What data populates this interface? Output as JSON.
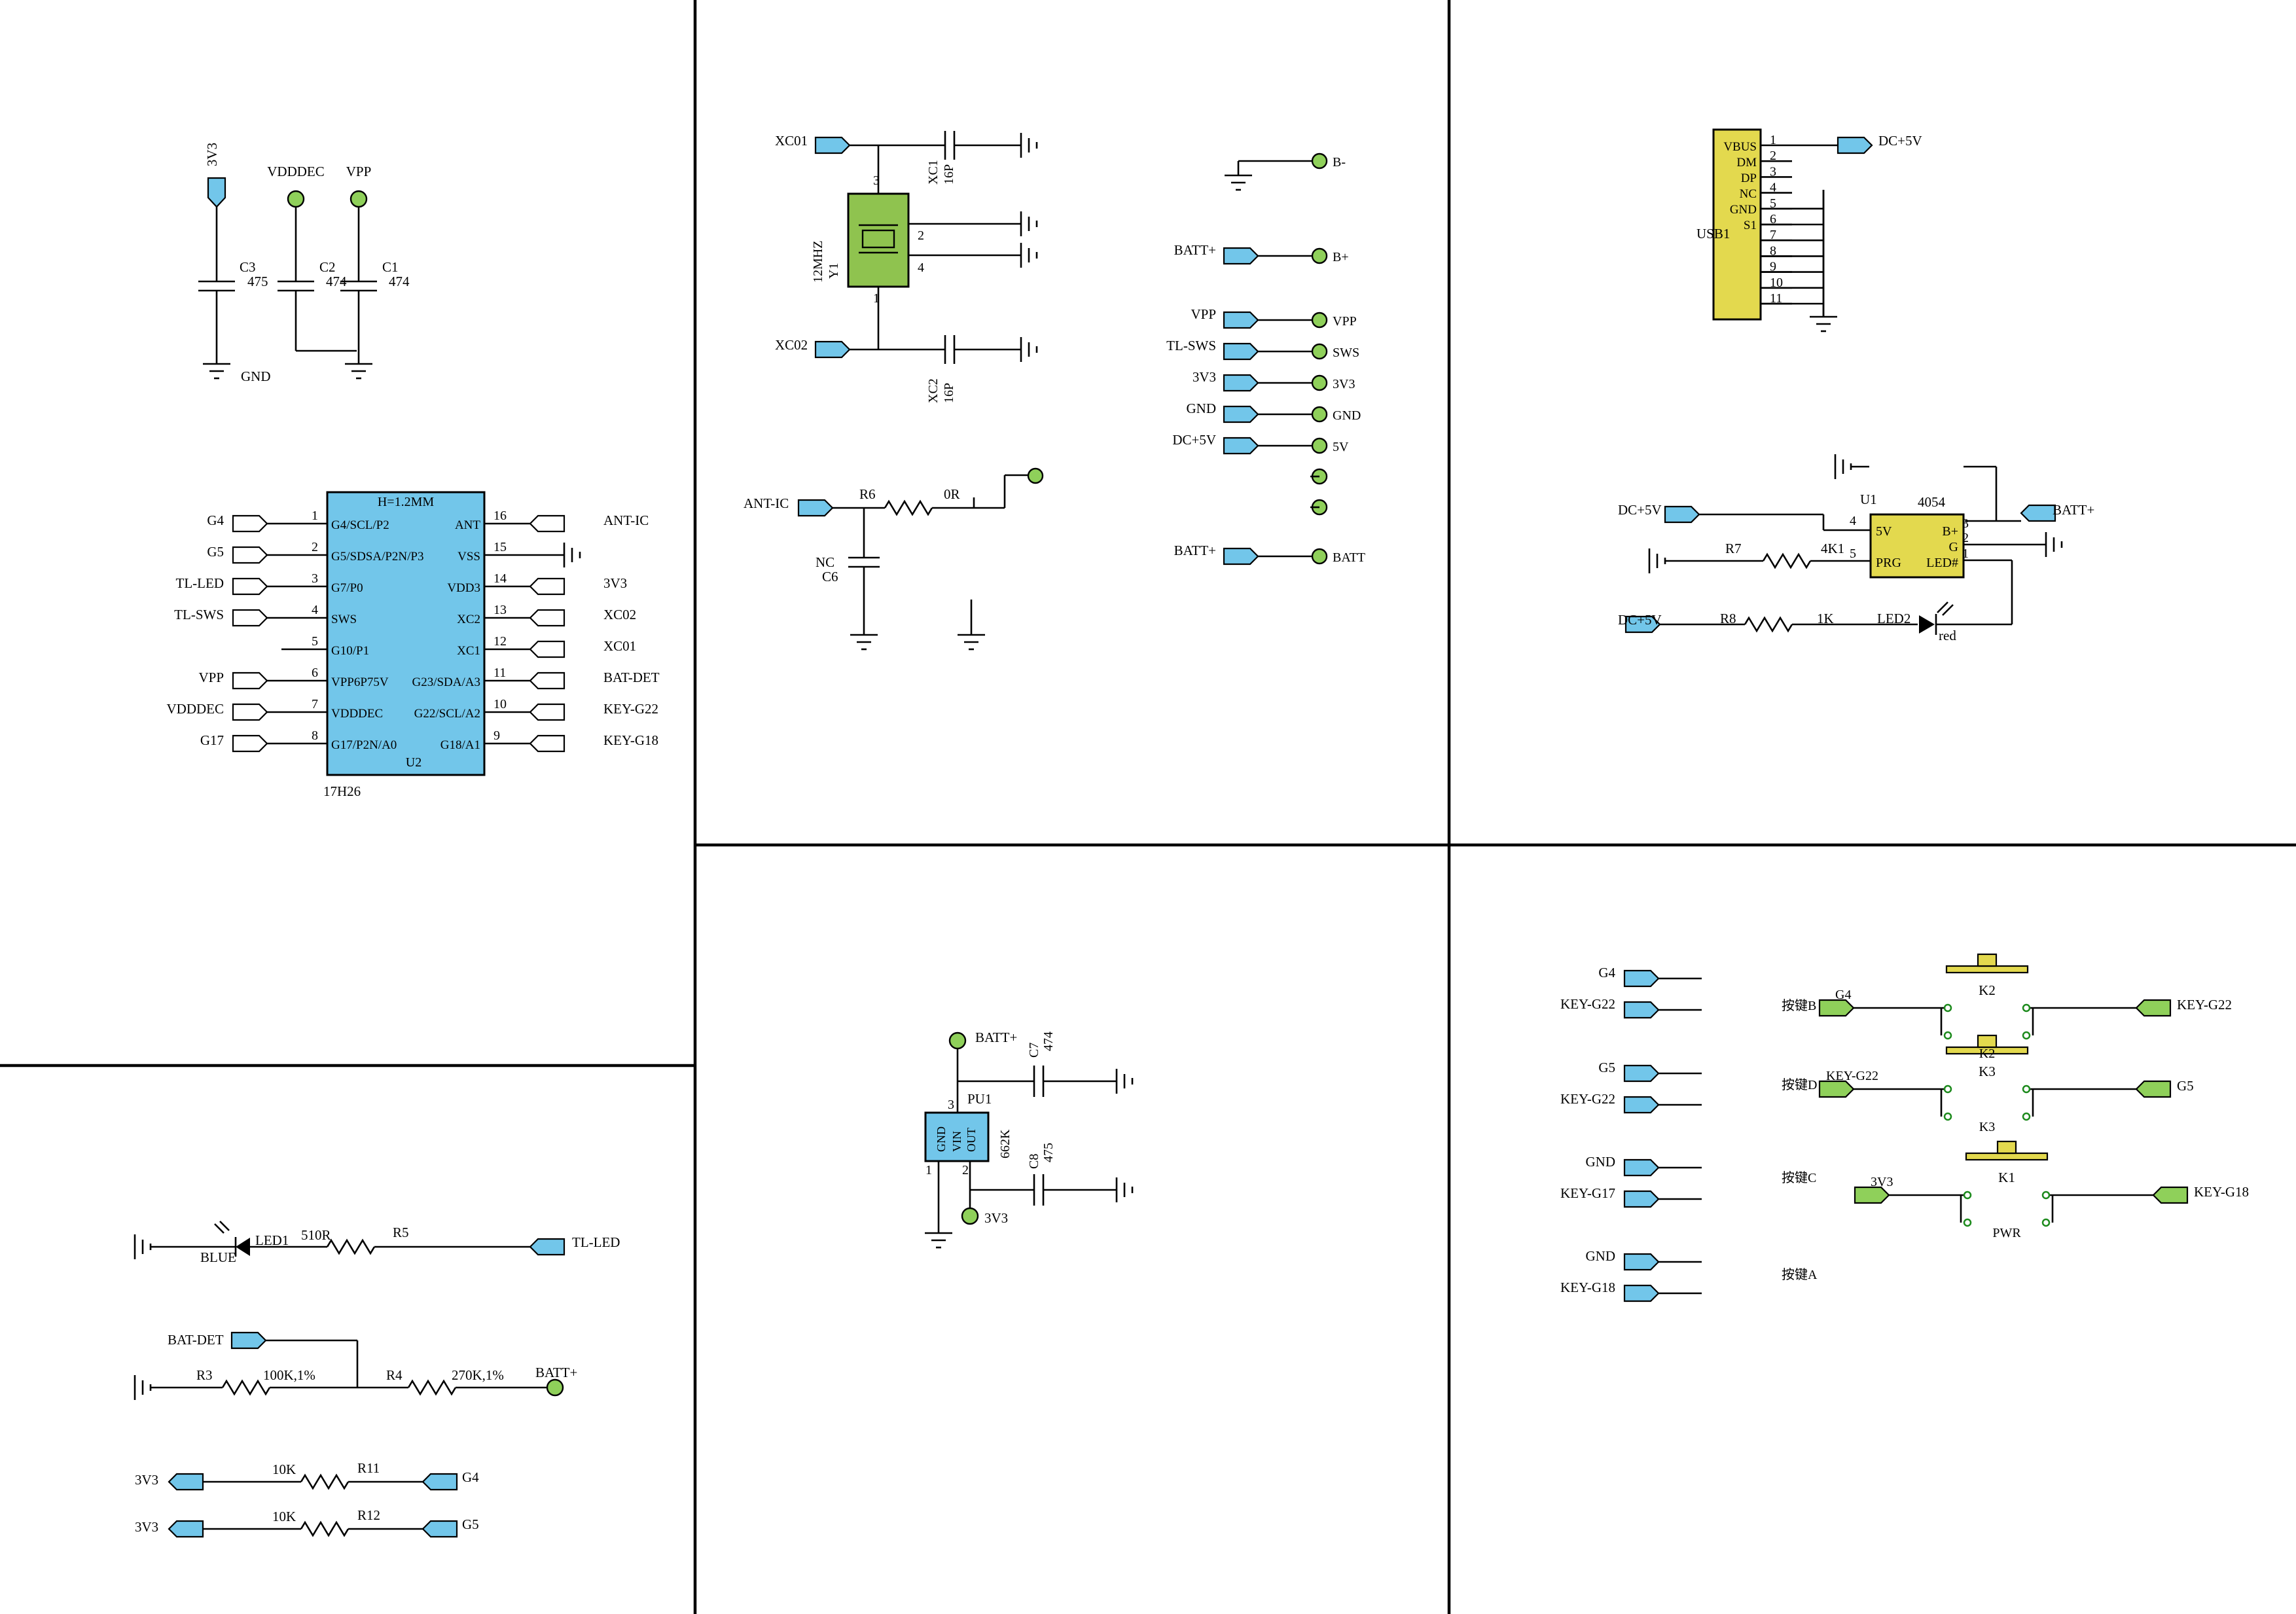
{
  "sections": {
    "tl": {
      "caps": [
        {
          "net": "3V3",
          "ref": "C3",
          "value": "475"
        },
        {
          "net": "VDDDEC",
          "ref": "C2",
          "value": "474"
        },
        {
          "net": "VPP",
          "ref": "C1",
          "value": "474"
        }
      ],
      "gnd_label": "GND",
      "u2": {
        "header": "H=1.2MM",
        "ref": "U2",
        "part": "17H26",
        "left": [
          {
            "pin": "1",
            "name": "G4/SCL/P2",
            "net": "G4"
          },
          {
            "pin": "2",
            "name": "G5/SDSA/P2N/P3",
            "net": "G5"
          },
          {
            "pin": "3",
            "name": "G7/P0",
            "net": "TL-LED"
          },
          {
            "pin": "4",
            "name": "SWS",
            "net": "TL-SWS"
          },
          {
            "pin": "5",
            "name": "G10/P1",
            "net": ""
          },
          {
            "pin": "6",
            "name": "VPP6P75V",
            "net": "VPP"
          },
          {
            "pin": "7",
            "name": "VDDDEC",
            "net": "VDDDEC"
          },
          {
            "pin": "8",
            "name": "G17/P2N/A0",
            "net": "G17"
          }
        ],
        "right": [
          {
            "pin": "16",
            "name": "ANT",
            "net": "ANT-IC"
          },
          {
            "pin": "15",
            "name": "VSS",
            "net": ""
          },
          {
            "pin": "14",
            "name": "VDD3",
            "net": "3V3"
          },
          {
            "pin": "13",
            "name": "XC2",
            "net": "XC02"
          },
          {
            "pin": "12",
            "name": "XC1",
            "net": "XC01"
          },
          {
            "pin": "11",
            "name": "G23/SDA/A3",
            "net": "BAT-DET"
          },
          {
            "pin": "10",
            "name": "G22/SCL/A2",
            "net": "KEY-G22"
          },
          {
            "pin": "9",
            "name": "G18/A1",
            "net": "KEY-G18"
          }
        ]
      }
    },
    "tm": {
      "xtal": {
        "ref": "Y1",
        "value": "12MHZ",
        "pins": [
          "3",
          "2",
          "4",
          "1"
        ]
      },
      "xc1": {
        "ref": "XC1",
        "value": "16P",
        "net": "XC01"
      },
      "xc2": {
        "ref": "XC2",
        "value": "16P",
        "net": "XC02"
      },
      "r6": {
        "ref": "R6",
        "value": "0R",
        "net": "ANT-IC"
      },
      "c6": {
        "ref": "C6",
        "value": "NC"
      },
      "testpoints": [
        {
          "net": "",
          "label": "B-"
        },
        {
          "net": "BATT+",
          "label": "B+"
        },
        {
          "net": "VPP",
          "label": "VPP"
        },
        {
          "net": "TL-SWS",
          "label": "SWS"
        },
        {
          "net": "3V3",
          "label": "3V3"
        },
        {
          "net": "GND",
          "label": "GND"
        },
        {
          "net": "DC+5V",
          "label": "5V"
        },
        {
          "net": "",
          "label": ""
        },
        {
          "net": "",
          "label": ""
        },
        {
          "net": "BATT+",
          "label": "BATT"
        }
      ]
    },
    "tr": {
      "usb": {
        "ref": "USB1",
        "pin_names": [
          "VBUS",
          "DM",
          "DP",
          "NC",
          "GND",
          "S1"
        ],
        "pins": [
          "1",
          "2",
          "3",
          "4",
          "5",
          "6",
          "7",
          "8",
          "9",
          "10",
          "11"
        ],
        "net": "DC+5V"
      },
      "u1": {
        "ref": "U1",
        "part": "4054",
        "left_pins": [
          {
            "pin": "4",
            "name": "5V"
          },
          {
            "pin": "5",
            "name": "PRG"
          }
        ],
        "right_pins": [
          {
            "pin": "3",
            "name": "B+"
          },
          {
            "pin": "2",
            "name": "G"
          },
          {
            "pin": "1",
            "name": "LED#"
          }
        ],
        "in_net": "DC+5V",
        "out_net": "BATT+"
      },
      "r7": {
        "ref": "R7",
        "value": "4K1"
      },
      "r8": {
        "ref": "R8",
        "value": "1K",
        "net": "DC+5V"
      },
      "led2": {
        "ref": "LED2",
        "color": "red"
      }
    },
    "bl": {
      "led1": {
        "ref": "LED1",
        "color": "BLUE"
      },
      "r5": {
        "ref": "R5",
        "value": "510R",
        "net": "TL-LED"
      },
      "bat_det": "BAT-DET",
      "r3": {
        "ref": "R3",
        "value": "100K,1%"
      },
      "r4": {
        "ref": "R4",
        "value": "270K,1%",
        "net": "BATT+"
      },
      "r11": {
        "ref": "R11",
        "value": "10K",
        "left": "3V3",
        "right": "G4"
      },
      "r12": {
        "ref": "R12",
        "value": "10K",
        "left": "3V3",
        "right": "G5"
      }
    },
    "bm": {
      "pu1": {
        "ref": "PU1",
        "part": "662K",
        "pins": [
          "GND",
          "VIN",
          "OUT"
        ],
        "pin_nums": [
          "3",
          "1",
          "2"
        ],
        "in_net": "BATT+",
        "out_net": "3V3"
      },
      "c7": {
        "ref": "C7",
        "value": "474"
      },
      "c8": {
        "ref": "C8",
        "value": "475"
      }
    },
    "br": {
      "ports": [
        {
          "net": "G4"
        },
        {
          "net": "KEY-G22"
        },
        {
          "net": "G5"
        },
        {
          "net": "KEY-G22"
        },
        {
          "net": "GND"
        },
        {
          "net": "KEY-G17"
        },
        {
          "net": "GND"
        },
        {
          "net": "KEY-G18"
        }
      ],
      "keys": [
        {
          "btn_label": "按键B",
          "ref": "K2",
          "left": "G4",
          "right": "KEY-G22",
          "sub": ""
        },
        {
          "btn_label": "按键D",
          "ref": "K3",
          "left": "KEY-G22",
          "right": "G5",
          "sub": "K3",
          "overlap": "K2"
        },
        {
          "btn_label": "按键C",
          "ref": "K1",
          "left": "3V3",
          "right": "KEY-G18",
          "sub": "PWR"
        }
      ],
      "lone_label": "按键A"
    }
  }
}
